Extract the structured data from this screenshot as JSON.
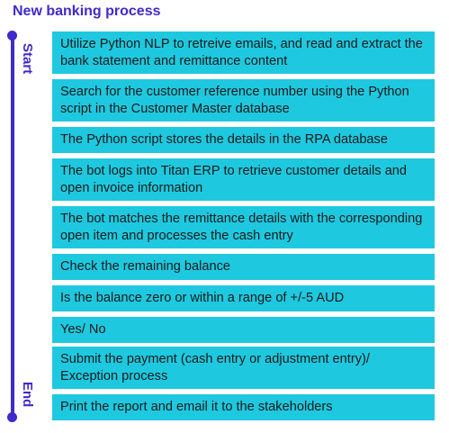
{
  "title": "New banking process",
  "timeline": {
    "start_label": "Start",
    "end_label": "End"
  },
  "steps": [
    "Utilize Python NLP to retreive emails, and read and extract the bank statement and remittance content",
    "Search for the customer reference number using the Python script in the Customer Master database",
    "The Python script stores the details in the RPA database",
    "The bot logs into Titan ERP to retrieve customer details and open invoice information",
    "The bot matches the remittance details with the corresponding open item and processes the cash entry",
    "Check the remaining balance",
    "Is the balance zero or within a range of +/-5 AUD",
    "Yes/ No",
    "Submit the payment (cash entry or adjustment entry)/ Exception process",
    "Print the report and email it to the stakeholders"
  ],
  "colors": {
    "accent": "#3F2ACB",
    "step_fill": "#1EC9E0"
  }
}
